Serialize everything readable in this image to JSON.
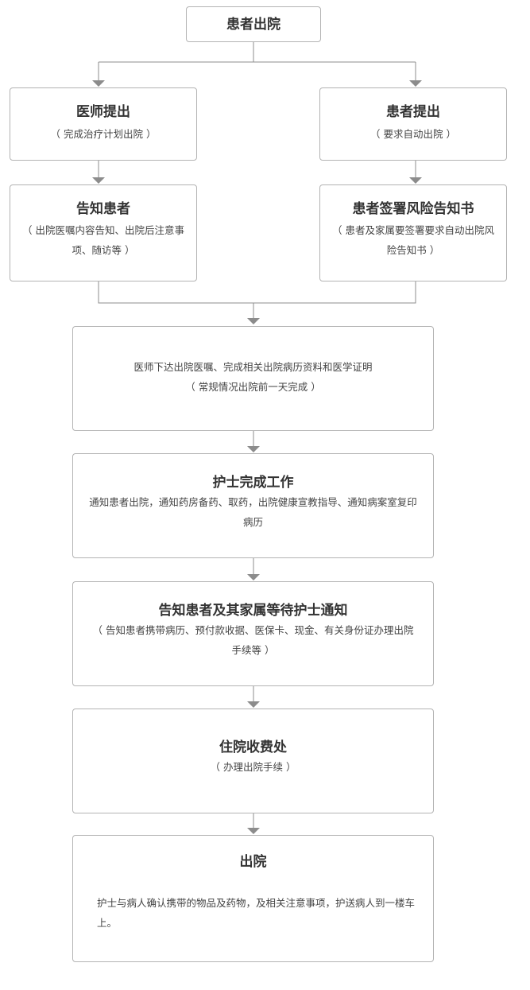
{
  "start": {
    "title": "患者出院"
  },
  "doctor_branch": {
    "title": "医师提出",
    "note": "（ 完成治疗计划出院 ）",
    "inform": {
      "title": "告知患者",
      "note": "（ 出院医嘱内容告知、出院后注意事项、随访等 ）"
    }
  },
  "patient_branch": {
    "title": "患者提出",
    "note": "（ 要求自动出院 ）",
    "sign": {
      "title": "患者签署风险告知书",
      "note": "（ 患者及家属要签署要求自动出院风险告知书 ）"
    }
  },
  "doctor_orders": {
    "text": "医师下达出院医嘱、完成相关出院病历资料和医学证明",
    "note": "（ 常规情况出院前一天完成 ）"
  },
  "nurse_work": {
    "title": "护士完成工作",
    "text": "通知患者出院，通知药房备药、取药，出院健康宣教指导、通知病案室复印病历"
  },
  "family_wait": {
    "title": "告知患者及其家属等待护士通知",
    "note": "（ 告知患者携带病历、预付款收据、医保卡、现金、有关身份证办理出院手续等 ）"
  },
  "cashier": {
    "title": "住院收费处",
    "note": "（ 办理出院手续 ）"
  },
  "discharge": {
    "title": "出院",
    "text": "护士与病人确认携带的物品及药物，及相关注意事项，护送病人到一楼车上。"
  },
  "colors": {
    "border": "#b3b3b3",
    "connector": "#8c8c8c",
    "text": "#333333"
  }
}
